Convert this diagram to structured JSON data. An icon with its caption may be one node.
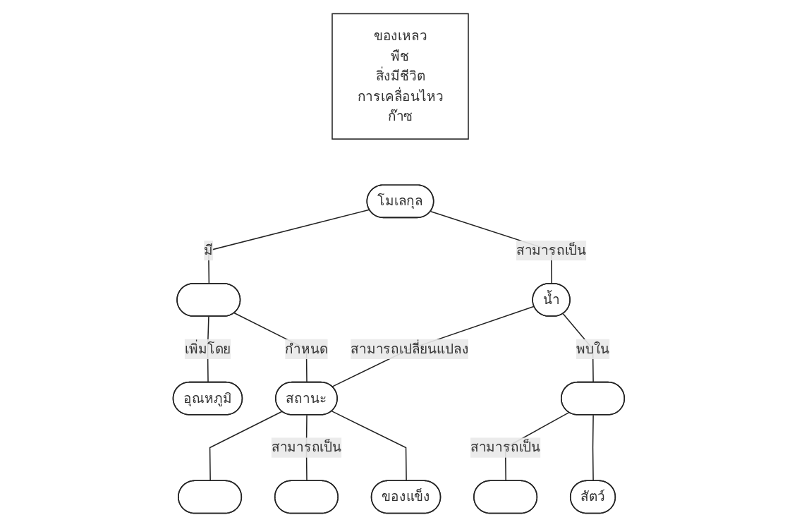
{
  "diagram": {
    "nodes": [
      {
        "text": [
          "ของเหลว",
          "พืช",
          "สิ่งมีชีวิต",
          "การเคลื่อนไหว",
          "ก๊าซ"
        ]
      },
      {
        "text": [
          "โมเลกุล"
        ]
      },
      {
        "text": [],
        "shape": "ellipse"
      },
      {
        "text": [
          "น้ำ"
        ]
      },
      {
        "text": [
          "อุณหภูมิ"
        ]
      },
      {
        "text": [
          "สถานะ"
        ]
      },
      {
        "text": [],
        "shape": "ellipse"
      },
      {
        "text": [],
        "shape": "ellipse"
      },
      {
        "text": [
          "ของแข็ง"
        ]
      },
      {
        "text": [],
        "shape": "ellipse"
      },
      {
        "text": [],
        "shape": "ellipse"
      },
      {
        "text": [
          "สัตว์"
        ]
      }
    ],
    "edges": [
      {
        "from": 1,
        "to": 2,
        "arrow": "none",
        "label": "มี"
      },
      {
        "from": 1,
        "to": 3,
        "arrow": "none",
        "label": "สามารถเป็น"
      },
      {
        "from": 2,
        "to": 4,
        "arrow": "none",
        "label": "เพิ่มโดย"
      },
      {
        "from": 2,
        "to": 5,
        "arrow": "none",
        "label": "กำหนด"
      },
      {
        "from": 3,
        "to": 5,
        "arrow": "none",
        "label": "สามารถเปลี่ยนแปลง"
      },
      {
        "from": 3,
        "to": 6,
        "arrow": "none",
        "label": "พบใน"
      },
      {
        "from": 5,
        "to": 7,
        "arrow": "none"
      },
      {
        "from": 5,
        "to": 9,
        "arrow": "none",
        "label": "สามารถเป็น"
      },
      {
        "from": 5,
        "to": 8,
        "arrow": "none"
      },
      {
        "from": 6,
        "to": 10,
        "arrow": "none",
        "label": "สามารถเป็น"
      },
      {
        "from": 6,
        "to": 11,
        "arrow": "none"
      }
    ]
  }
}
